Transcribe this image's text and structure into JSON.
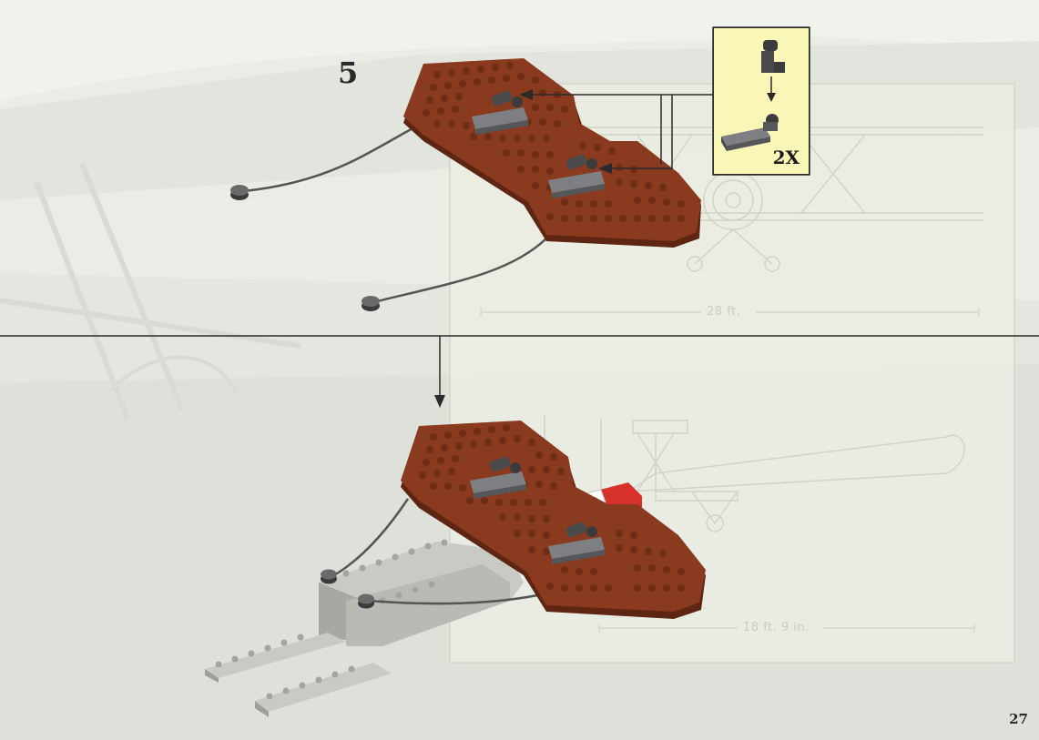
{
  "step": {
    "number": "5"
  },
  "callout": {
    "multiplier": "2X"
  },
  "dimensions": {
    "wingspan": "28 ft.",
    "length": "18 ft. 9 in."
  },
  "page": {
    "number": "27"
  },
  "colors": {
    "brick_brown": "#8a3a1e",
    "brick_dark": "#5e2512",
    "callout_bg": "#f9f6b8",
    "paper": "#f2f3ee"
  }
}
